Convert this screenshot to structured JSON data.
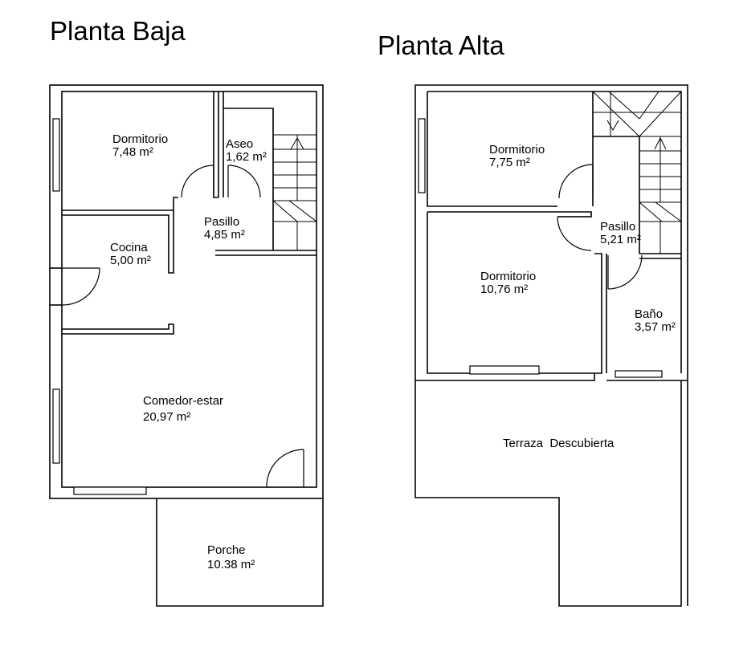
{
  "plans": {
    "ground": {
      "title": "Planta Baja",
      "rooms": {
        "dormitorio": {
          "name": "Dormitorio",
          "area": "7,48 m²"
        },
        "aseo": {
          "name": "Aseo",
          "area": "1,62 m²"
        },
        "pasillo": {
          "name": "Pasillo",
          "area": "4,85 m²"
        },
        "cocina": {
          "name": "Cocina",
          "area": "5,00 m²"
        },
        "comedor": {
          "name": "Comedor-estar",
          "area": "20,97 m²"
        },
        "porche": {
          "name": "Porche",
          "area": "10.38 m²"
        }
      }
    },
    "upper": {
      "title": "Planta Alta",
      "rooms": {
        "dormitorio1": {
          "name": "Dormitorio",
          "area": "7,75 m²"
        },
        "pasillo": {
          "name": "Pasillo",
          "area": "5,21 m²"
        },
        "dormitorio2": {
          "name": "Dormitorio",
          "area": "10,76 m²"
        },
        "bano": {
          "name": "Baño",
          "area": "3,57 m²"
        },
        "terraza": {
          "name": "Terraza  Descubierta"
        }
      }
    }
  }
}
